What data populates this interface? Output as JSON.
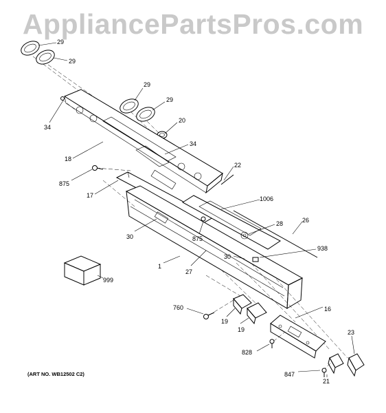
{
  "watermark": "AppliancePartsPros.com",
  "art_number": "(ART NO. WB12502 C2)",
  "callouts": {
    "c29a": "29",
    "c29b": "29",
    "c29c": "29",
    "c29d": "29",
    "c34a": "34",
    "c20": "20",
    "c34b": "34",
    "c18": "18",
    "c22": "22",
    "c875a": "875",
    "c17": "17",
    "c1006": "1006",
    "c26": "26",
    "c28": "28",
    "c30a": "30",
    "c875b": "875",
    "c938": "938",
    "c30b": "30",
    "c1": "1",
    "c27": "27",
    "c999": "999",
    "c760": "760",
    "c16": "16",
    "c19a": "19",
    "c19b": "19",
    "c828": "828",
    "c23": "23",
    "c847": "847",
    "c21": "21"
  }
}
